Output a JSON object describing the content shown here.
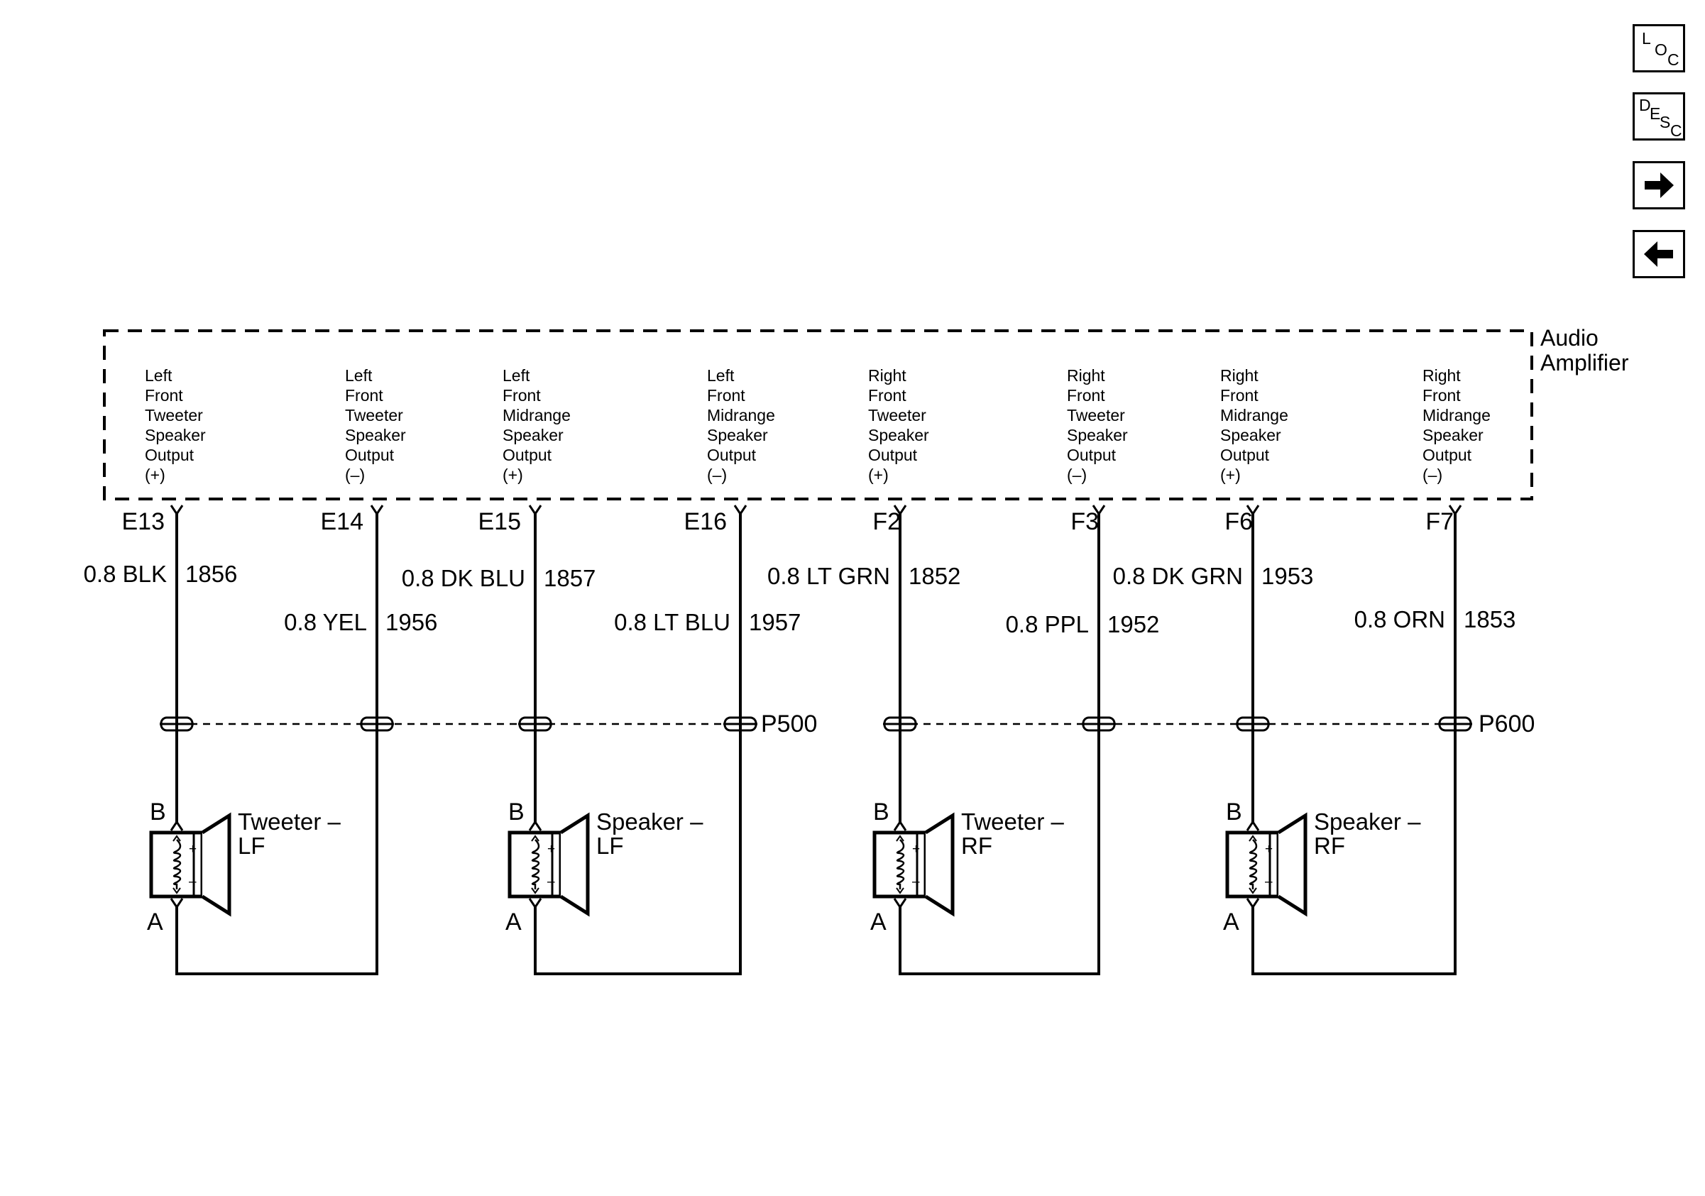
{
  "nav": {
    "loc": [
      "L",
      "O",
      "C"
    ],
    "desc": [
      "D",
      "E",
      "S",
      "C"
    ],
    "forward_icon": "right-arrow-icon",
    "back_icon": "left-arrow-icon"
  },
  "amplifier": {
    "name_line1": "Audio",
    "name_line2": "Amplifier",
    "outputs": [
      {
        "lines": [
          "Left",
          "Front",
          "Tweeter",
          "Speaker",
          "Output",
          "(+)"
        ],
        "pin": "E13",
        "wire": "0.8 BLK",
        "circuit": "1856"
      },
      {
        "lines": [
          "Left",
          "Front",
          "Tweeter",
          "Speaker",
          "Output",
          "(–)"
        ],
        "pin": "E14",
        "wire": "0.8 YEL",
        "circuit": "1956"
      },
      {
        "lines": [
          "Left",
          "Front",
          "Midrange",
          "Speaker",
          "Output",
          "(+)"
        ],
        "pin": "E15",
        "wire": "0.8 DK BLU",
        "circuit": "1857"
      },
      {
        "lines": [
          "Left",
          "Front",
          "Midrange",
          "Speaker",
          "Output",
          "(–)"
        ],
        "pin": "E16",
        "wire": "0.8 LT BLU",
        "circuit": "1957"
      },
      {
        "lines": [
          "Right",
          "Front",
          "Tweeter",
          "Speaker",
          "Output",
          "(+)"
        ],
        "pin": "F2",
        "wire": "0.8 LT GRN",
        "circuit": "1852"
      },
      {
        "lines": [
          "Right",
          "Front",
          "Tweeter",
          "Speaker",
          "Output",
          "(–)"
        ],
        "pin": "F3",
        "wire": "0.8 PPL",
        "circuit": "1952"
      },
      {
        "lines": [
          "Right",
          "Front",
          "Midrange",
          "Speaker",
          "Output",
          "(+)"
        ],
        "pin": "F6",
        "wire": "0.8 DK GRN",
        "circuit": "1953"
      },
      {
        "lines": [
          "Right",
          "Front",
          "Midrange",
          "Speaker",
          "Output",
          "(–)"
        ],
        "pin": "F7",
        "wire": "0.8 ORN",
        "circuit": "1853"
      }
    ]
  },
  "connectors": {
    "left": "P500",
    "right": "P600"
  },
  "speakers": [
    {
      "name_line1": "Tweeter –",
      "name_line2": "LF",
      "pin_b": "B",
      "pin_a": "A",
      "plus": "+",
      "minus": "–"
    },
    {
      "name_line1": "Speaker –",
      "name_line2": "LF",
      "pin_b": "B",
      "pin_a": "A",
      "plus": "+",
      "minus": "–"
    },
    {
      "name_line1": "Tweeter –",
      "name_line2": "RF",
      "pin_b": "B",
      "pin_a": "A",
      "plus": "+",
      "minus": "–"
    },
    {
      "name_line1": "Speaker –",
      "name_line2": "RF",
      "pin_b": "B",
      "pin_a": "A",
      "plus": "+",
      "minus": "–"
    }
  ]
}
